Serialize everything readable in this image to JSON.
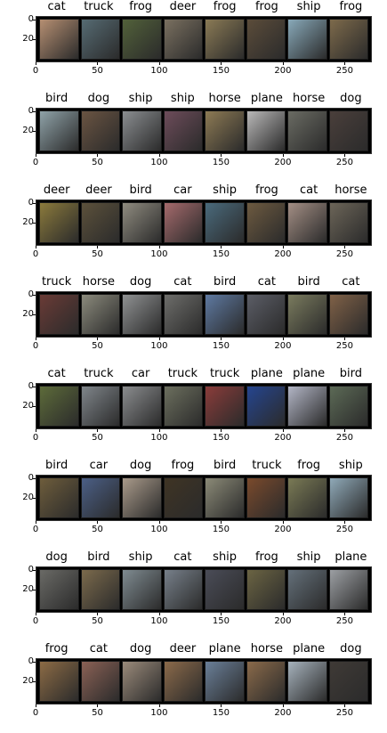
{
  "y_ticks": [
    "0",
    "20"
  ],
  "x_ticks": [
    "0",
    "50",
    "100",
    "150",
    "200",
    "250"
  ],
  "rows": [
    {
      "labels": [
        "cat",
        "truck",
        "frog",
        "deer",
        "frog",
        "frog",
        "ship",
        "frog"
      ],
      "tile_colors": [
        "#b68f72",
        "#566b73",
        "#52613a",
        "#7a7060",
        "#8a7a55",
        "#5b4c3a",
        "#88a9b9",
        "#7d6a4b"
      ]
    },
    {
      "labels": [
        "bird",
        "dog",
        "ship",
        "ship",
        "horse",
        "plane",
        "horse",
        "dog"
      ],
      "tile_colors": [
        "#8fa2a8",
        "#6a5442",
        "#8a8d90",
        "#6d4c5a",
        "#8d7a54",
        "#b9b8b8",
        "#6a6b63",
        "#4a3f3b"
      ]
    },
    {
      "labels": [
        "deer",
        "deer",
        "bird",
        "car",
        "ship",
        "frog",
        "cat",
        "horse"
      ],
      "tile_colors": [
        "#8b7a3c",
        "#5c513b",
        "#8f8b7f",
        "#a56a6c",
        "#4a6a7c",
        "#6d5a40",
        "#a38e84",
        "#6c6558"
      ]
    },
    {
      "labels": [
        "truck",
        "horse",
        "dog",
        "cat",
        "bird",
        "cat",
        "bird",
        "cat"
      ],
      "tile_colors": [
        "#6a3b36",
        "#8b8a7c",
        "#8f9192",
        "#6d6d6a",
        "#5e79a1",
        "#5b5d66",
        "#7a7b5e",
        "#806147"
      ]
    },
    {
      "labels": [
        "cat",
        "truck",
        "car",
        "truck",
        "truck",
        "plane",
        "plane",
        "bird"
      ],
      "tile_colors": [
        "#5d6b3a",
        "#7f858a",
        "#8a8c8e",
        "#6c6f5e",
        "#8a3c3a",
        "#25458f",
        "#b2b5c5",
        "#5c6a56"
      ]
    },
    {
      "labels": [
        "bird",
        "car",
        "dog",
        "frog",
        "bird",
        "truck",
        "frog",
        "ship"
      ],
      "tile_colors": [
        "#6e5d3c",
        "#4b5f86",
        "#a99a8a",
        "#3f3424",
        "#8b8a77",
        "#7a4a2c",
        "#7a7a55",
        "#8fa9b8"
      ]
    },
    {
      "labels": [
        "dog",
        "bird",
        "ship",
        "cat",
        "ship",
        "frog",
        "ship",
        "plane"
      ],
      "tile_colors": [
        "#6a6a66",
        "#7b6a4c",
        "#7f8b91",
        "#77808a",
        "#4a4c57",
        "#6b6443",
        "#64707a",
        "#9c9fa3"
      ]
    },
    {
      "labels": [
        "frog",
        "cat",
        "dog",
        "deer",
        "plane",
        "horse",
        "plane",
        "dog"
      ],
      "tile_colors": [
        "#8c6b45",
        "#8a6155",
        "#9a8a7a",
        "#8b6a4a",
        "#6a7f98",
        "#8a6a4a",
        "#a6b2bc",
        "#3f3a36"
      ]
    }
  ]
}
